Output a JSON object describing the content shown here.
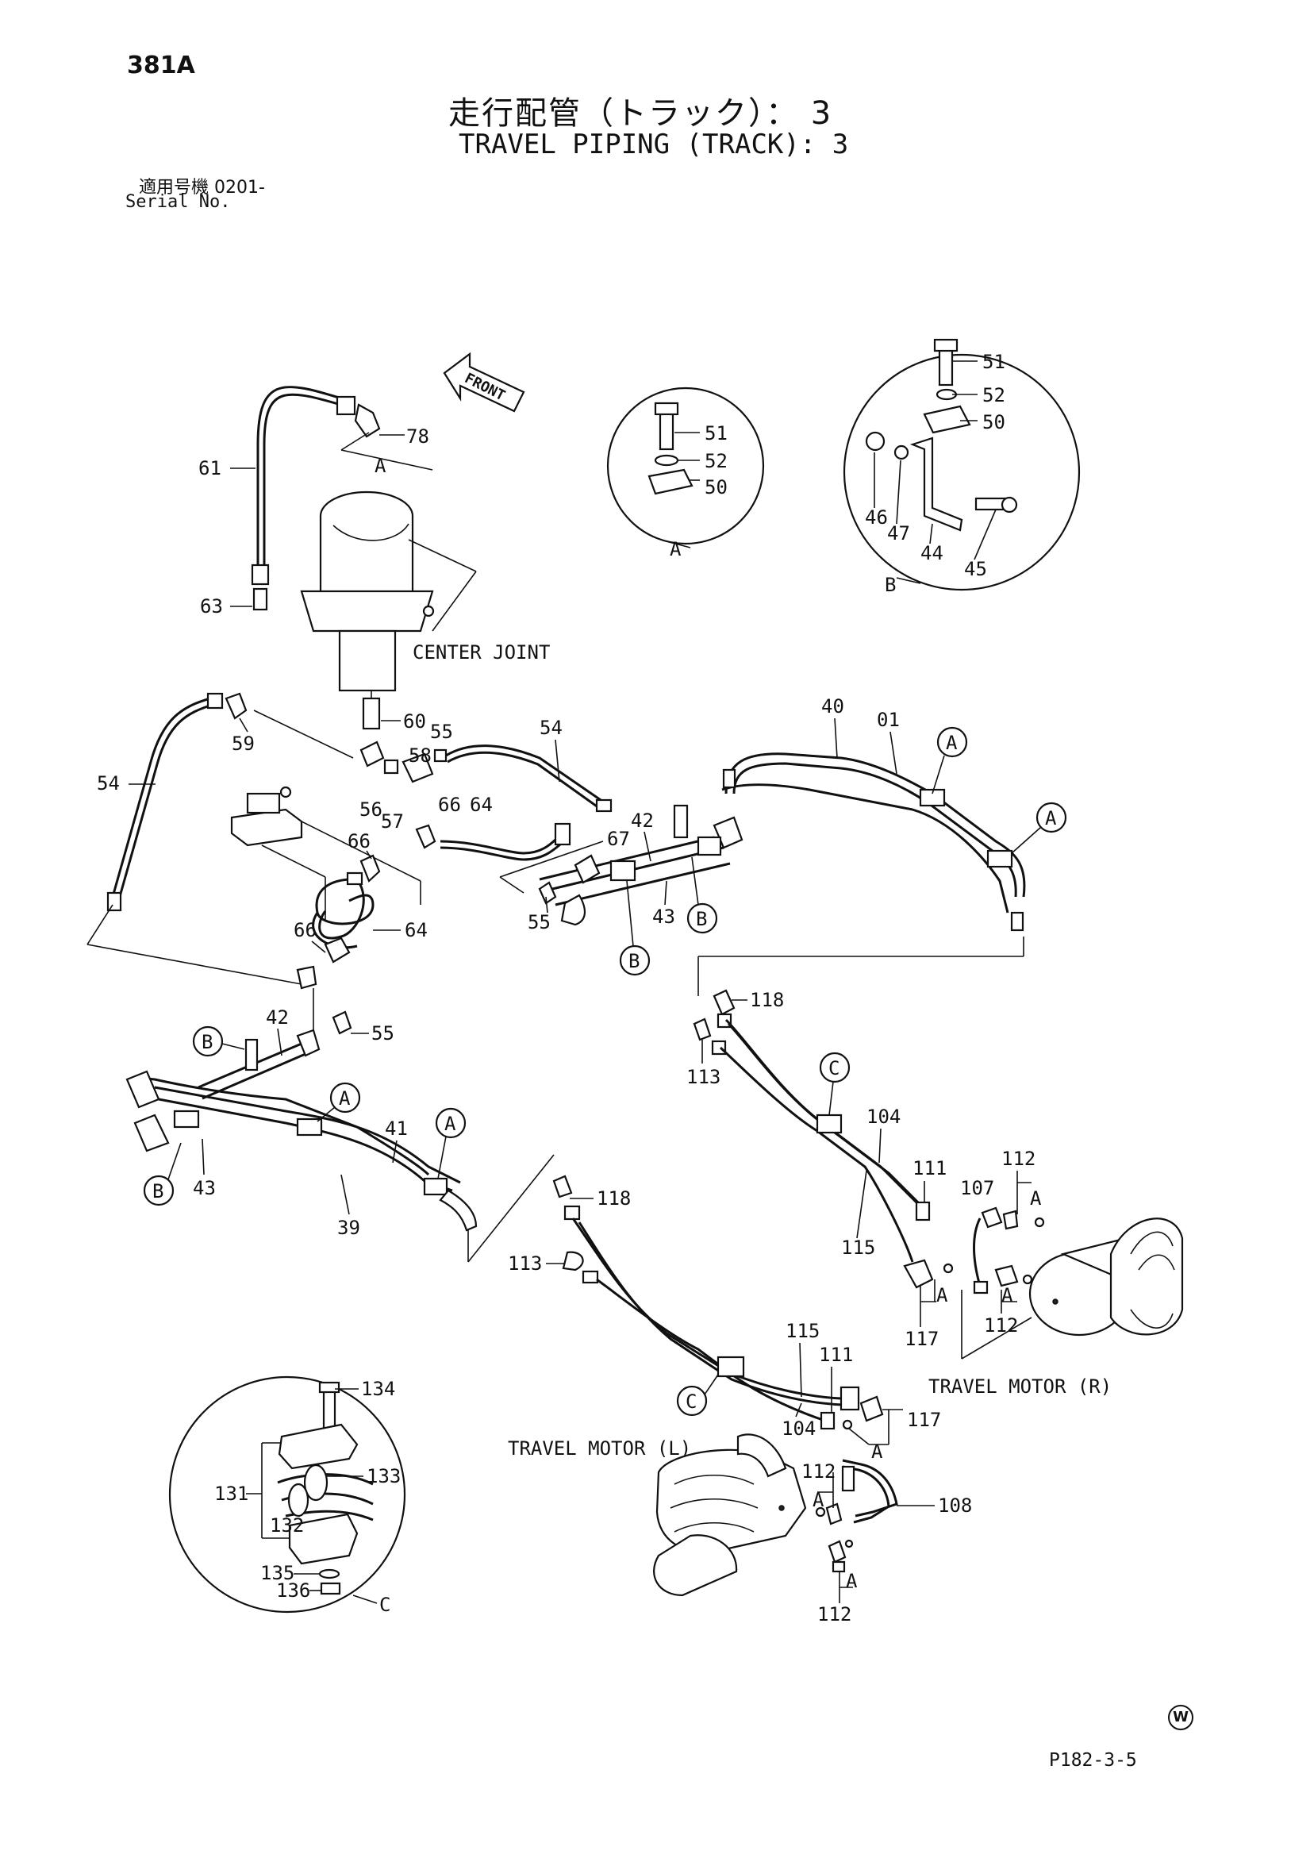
{
  "header": {
    "page_number": "381A",
    "title_jp": "走行配管（トラック）： 3",
    "title_en": "TRAVEL PIPING (TRACK): 3",
    "serial_jp": "適用号機  0201-",
    "serial_en": "Serial No."
  },
  "footer": {
    "reference_code": "P182-3-5",
    "circle_mark": "W"
  },
  "labels": {
    "front": "FRONT",
    "center_joint": "CENTER  JOINT",
    "travel_motor_r": "TRAVEL MOTOR (R)",
    "travel_motor_l": "TRAVEL MOTOR (L)",
    "detail_a": "A",
    "detail_b": "B",
    "detail_c": "C"
  },
  "part_numbers": {
    "p01": "01",
    "p39": "39",
    "p40": "40",
    "p41": "41",
    "p42": "42",
    "p43": "43",
    "p44": "44",
    "p45": "45",
    "p46": "46",
    "p47": "47",
    "p50": "50",
    "p51": "51",
    "p52": "52",
    "p54": "54",
    "p55": "55",
    "p56": "56",
    "p57": "57",
    "p58": "58",
    "p59": "59",
    "p60": "60",
    "p61": "61",
    "p63": "63",
    "p64": "64",
    "p66": "66",
    "p67": "67",
    "p78": "78",
    "p104": "104",
    "p107": "107",
    "p108": "108",
    "p111": "111",
    "p112": "112",
    "p113": "113",
    "p115": "115",
    "p117": "117",
    "p118": "118",
    "p131": "131",
    "p132": "132",
    "p133": "133",
    "p134": "134",
    "p135": "135",
    "p136": "136"
  }
}
